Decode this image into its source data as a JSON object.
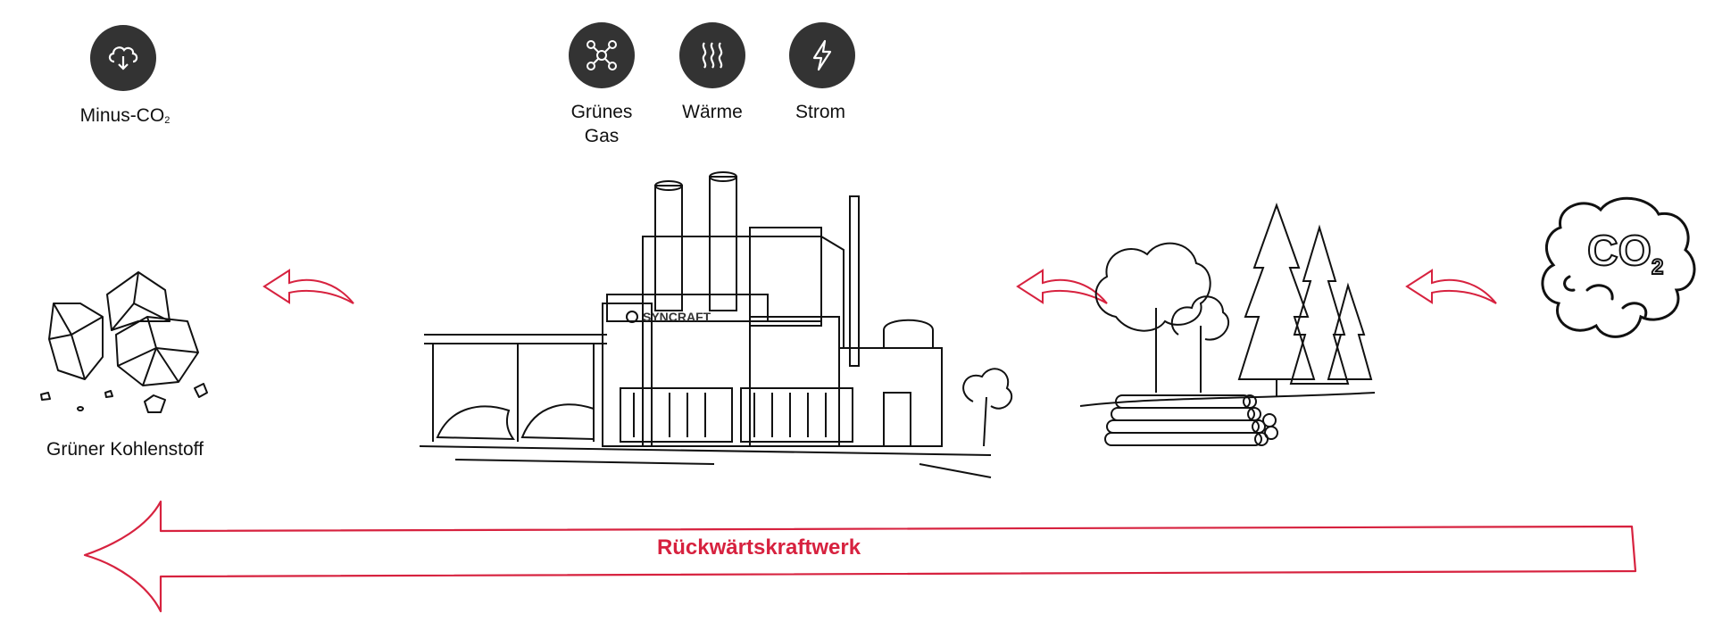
{
  "colors": {
    "accent": "#d7223f",
    "icon_bg": "#333333",
    "line": "#111111"
  },
  "outputs": {
    "minus_co2": {
      "icon": "cloud-download-icon",
      "label": "Minus-CO",
      "subscript": "2"
    },
    "gas": {
      "icon": "molecule-icon",
      "label_line1": "Grünes",
      "label_line2": "Gas"
    },
    "heat": {
      "icon": "heat-waves-icon",
      "label": "Wärme"
    },
    "power": {
      "icon": "lightning-icon",
      "label": "Strom"
    }
  },
  "illustrations": {
    "carbon": {
      "label": "Grüner Kohlenstoff"
    },
    "plant": {
      "brand": "SYNCRAFT"
    },
    "co2_cloud": {
      "text": "CO",
      "subscript": "2"
    }
  },
  "flow": {
    "label": "Rückwärtskraftwerk"
  }
}
